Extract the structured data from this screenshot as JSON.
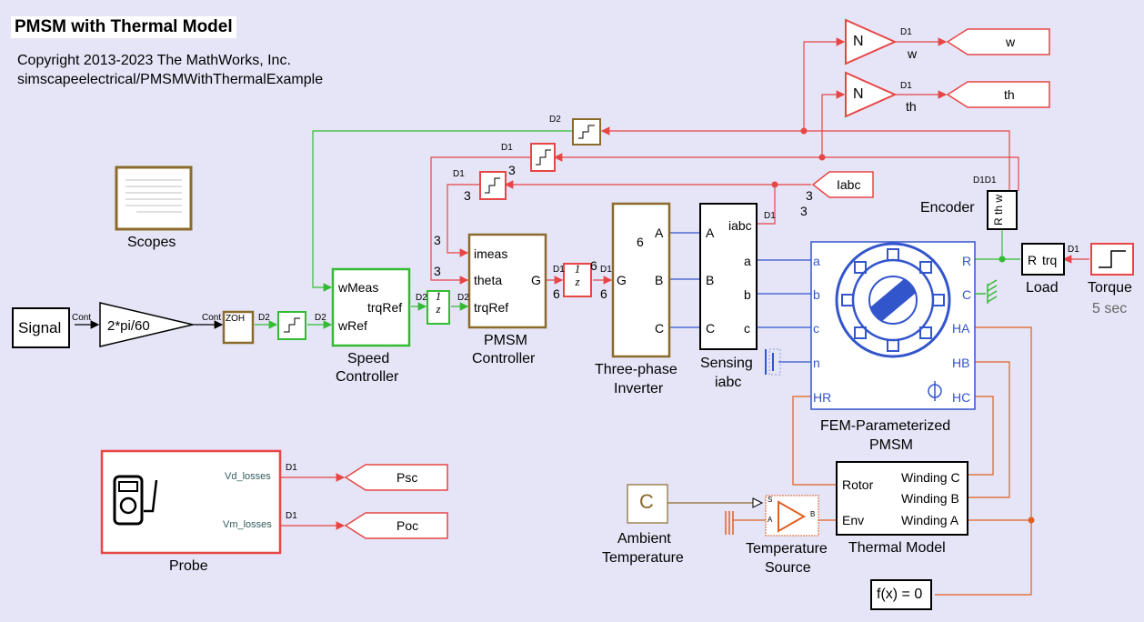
{
  "header": {
    "title": "PMSM with Thermal Model",
    "copyright": "Copyright 2013-2023 The MathWorks, Inc.",
    "path": "simscapeelectrical/PMSMWithThermalExample"
  },
  "blocks": {
    "scopes": "Scopes",
    "signal": "Signal",
    "gain": "2*pi/60",
    "zoh": "ZOH",
    "speed_controller": {
      "label1": "Speed",
      "label2": "Controller",
      "in1": "wMeas",
      "in2": "wRef",
      "out": "trqRef"
    },
    "pmsm_controller": {
      "label1": "PMSM",
      "label2": "Controller",
      "in1": "imeas",
      "in2": "theta",
      "in3": "trqRef",
      "out": "G"
    },
    "inverter": {
      "label1": "Three-phase",
      "label2": "Inverter",
      "in": "G",
      "outA": "A",
      "outB": "B",
      "outC": "C",
      "dim": "6"
    },
    "sensing": {
      "label1": "Sensing",
      "label2": "iabc",
      "inA": "A",
      "inB": "B",
      "inC": "C",
      "out_iabc": "iabc",
      "a": "a",
      "b": "b",
      "c": "c"
    },
    "pmsm": {
      "label1": "FEM-Parameterized",
      "label2": "PMSM",
      "a": "a",
      "b": "b",
      "c": "c",
      "n": "n",
      "HR": "HR",
      "R": "R",
      "C": "C",
      "HA": "HA",
      "HB": "HB",
      "HC": "HC"
    },
    "encoder": {
      "label": "Encoder",
      "ports": "R th w"
    },
    "load": {
      "label": "Load",
      "R": "R",
      "trq": "trq"
    },
    "torque": {
      "label": "Torque",
      "sub": "5 sec"
    },
    "gain_n1": "N",
    "gain_n2": "N",
    "goto_w": "w",
    "goto_th": "th",
    "goto_iabc": "Iabc",
    "w_name": "w",
    "th_name": "th",
    "thermal": {
      "label": "Thermal Model",
      "rotor": "Rotor",
      "env": "Env",
      "wc": "Winding C",
      "wb": "Winding B",
      "wa": "Winding A"
    },
    "ambient": {
      "label1": "Ambient",
      "label2": "Temperature",
      "icon": "C"
    },
    "temp_source": {
      "label1": "Temperature",
      "label2": "Source",
      "s": "S",
      "a": "A",
      "b": "B"
    },
    "solver": "f(x) = 0",
    "probe": {
      "label": "Probe",
      "out1": "Vd_losses",
      "out2": "Vm_losses"
    },
    "goto_psc": "Psc",
    "goto_poc": "Poc"
  },
  "signal_labels": {
    "cont1": "Cont",
    "cont2": "Cont",
    "d2": "D2",
    "d1": "D1",
    "d1d1": "D1D1",
    "three": "3",
    "six": "6"
  },
  "colors": {
    "background": "#e5e5f7",
    "red": "#e84545",
    "green": "#33bb33",
    "blue": "#3355cc",
    "orange": "#e06020",
    "brown": "#8b6a2a"
  }
}
